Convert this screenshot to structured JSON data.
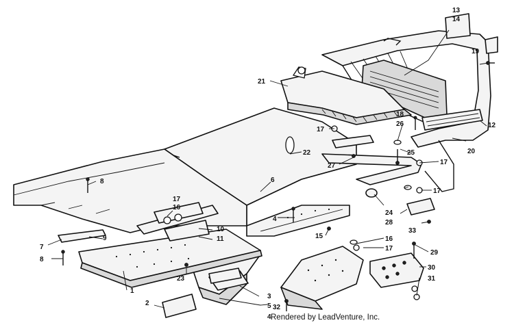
{
  "credit": "Rendered by LeadVenture, Inc.",
  "callouts": [
    "1",
    "2",
    "3",
    "4",
    "4",
    "5",
    "6",
    "7",
    "8",
    "8",
    "9",
    "10",
    "11",
    "12",
    "13",
    "14",
    "15",
    "16",
    "16",
    "17",
    "17",
    "17",
    "17",
    "17",
    "18",
    "19",
    "20",
    "21",
    "22",
    "23",
    "24",
    "25",
    "26",
    "27",
    "28",
    "29",
    "30",
    "31",
    "32",
    "33"
  ],
  "icons": [
    "bolt-icon",
    "washer-icon",
    "nut-icon",
    "rivet-icon"
  ]
}
